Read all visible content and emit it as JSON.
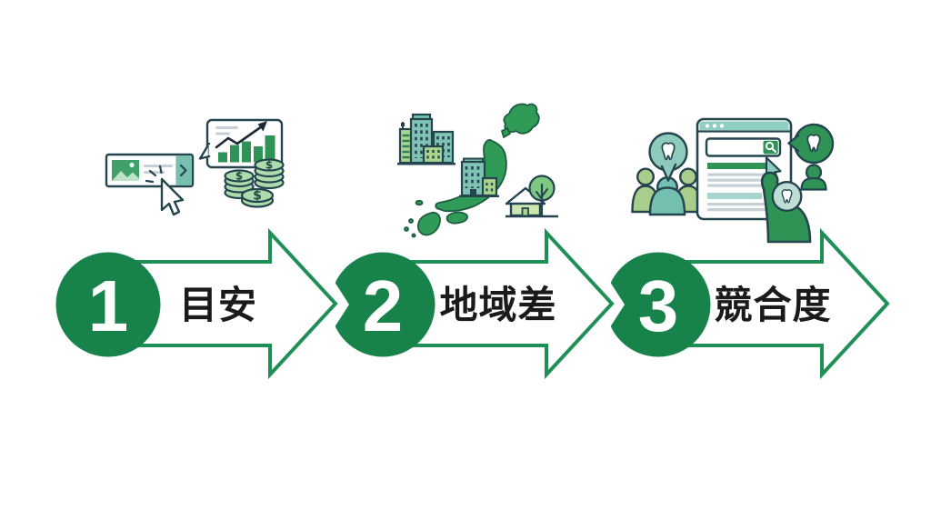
{
  "figure": {
    "type": "three-step-process-infographic",
    "background": "#FFFFFF"
  },
  "steps": [
    {
      "number": "1",
      "label": "目安",
      "icon": "ad-click-chart-coins-illustration"
    },
    {
      "number": "2",
      "label": "地域差",
      "icon": "japan-map-city-house-illustration"
    },
    {
      "number": "3",
      "label": "競合度",
      "icon": "patients-search-teeth-illustration"
    }
  ],
  "coin_symbol": "$",
  "colors": {
    "arrow_outline": "#1F9055",
    "step_circle": "#17834A",
    "step_number": "#FFFFFF",
    "label_text": "#1A1A1A",
    "outline_dark": "#24454F",
    "green": "#2E9355",
    "teal": "#7EC3B3",
    "light_green": "#A9D48E",
    "mint": "#BFE3C6",
    "gray_line": "#C7D0D4"
  }
}
